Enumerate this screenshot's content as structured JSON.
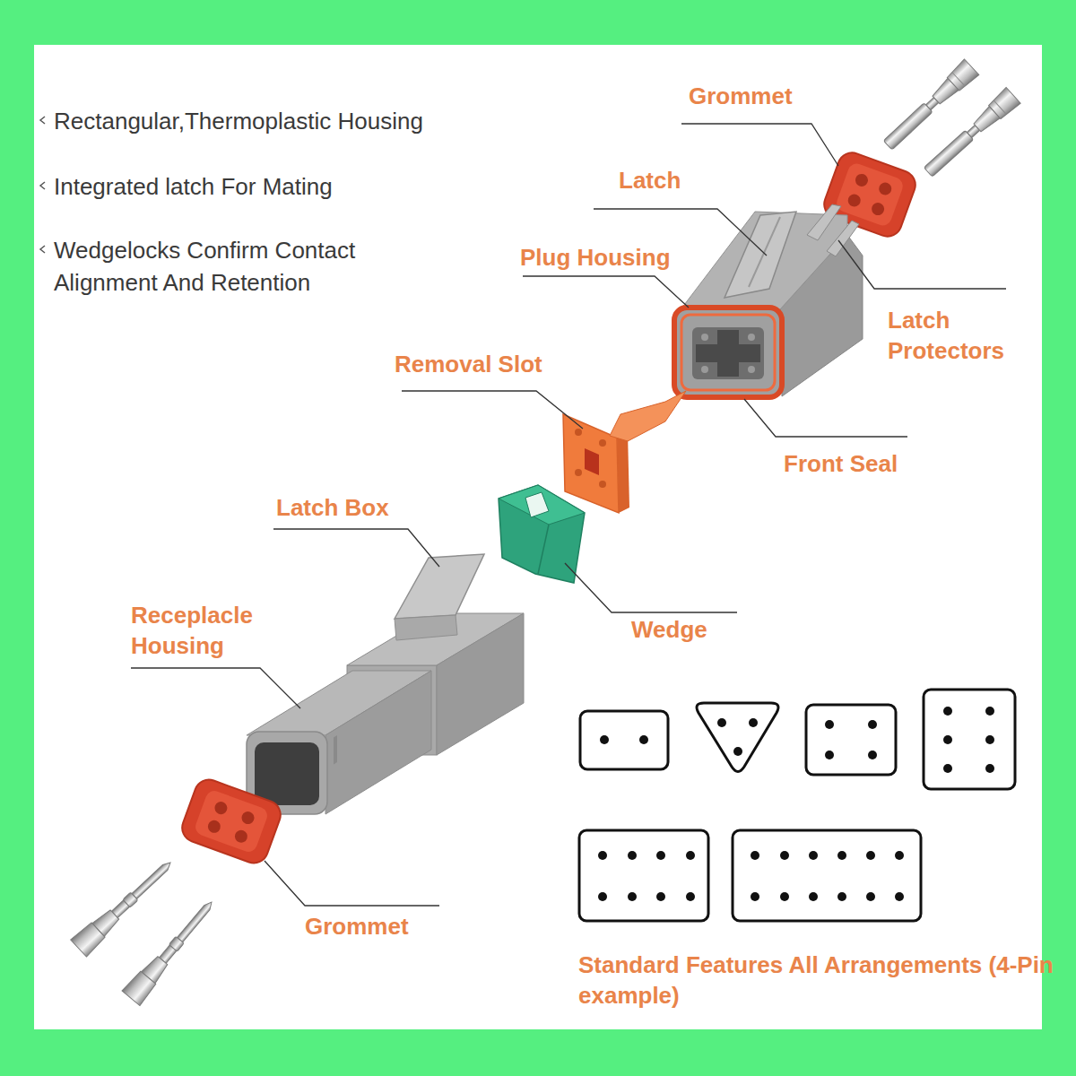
{
  "diagram": {
    "labels": [
      "Rectangular,Thermoplastic Housing",
      "Integrated latch For Mating",
      "Wedgelocks Confirm Contact Alignment And Retention",
      "Grommet",
      "Latch",
      "Plug Housing",
      "Latch Protectors",
      "Removal Slot",
      "Front Seal",
      "Latch Box",
      "Receplacle Housing",
      "Wedge",
      "Grommet",
      "Standard Features All Arrangements (4-Pin example)"
    ]
  }
}
